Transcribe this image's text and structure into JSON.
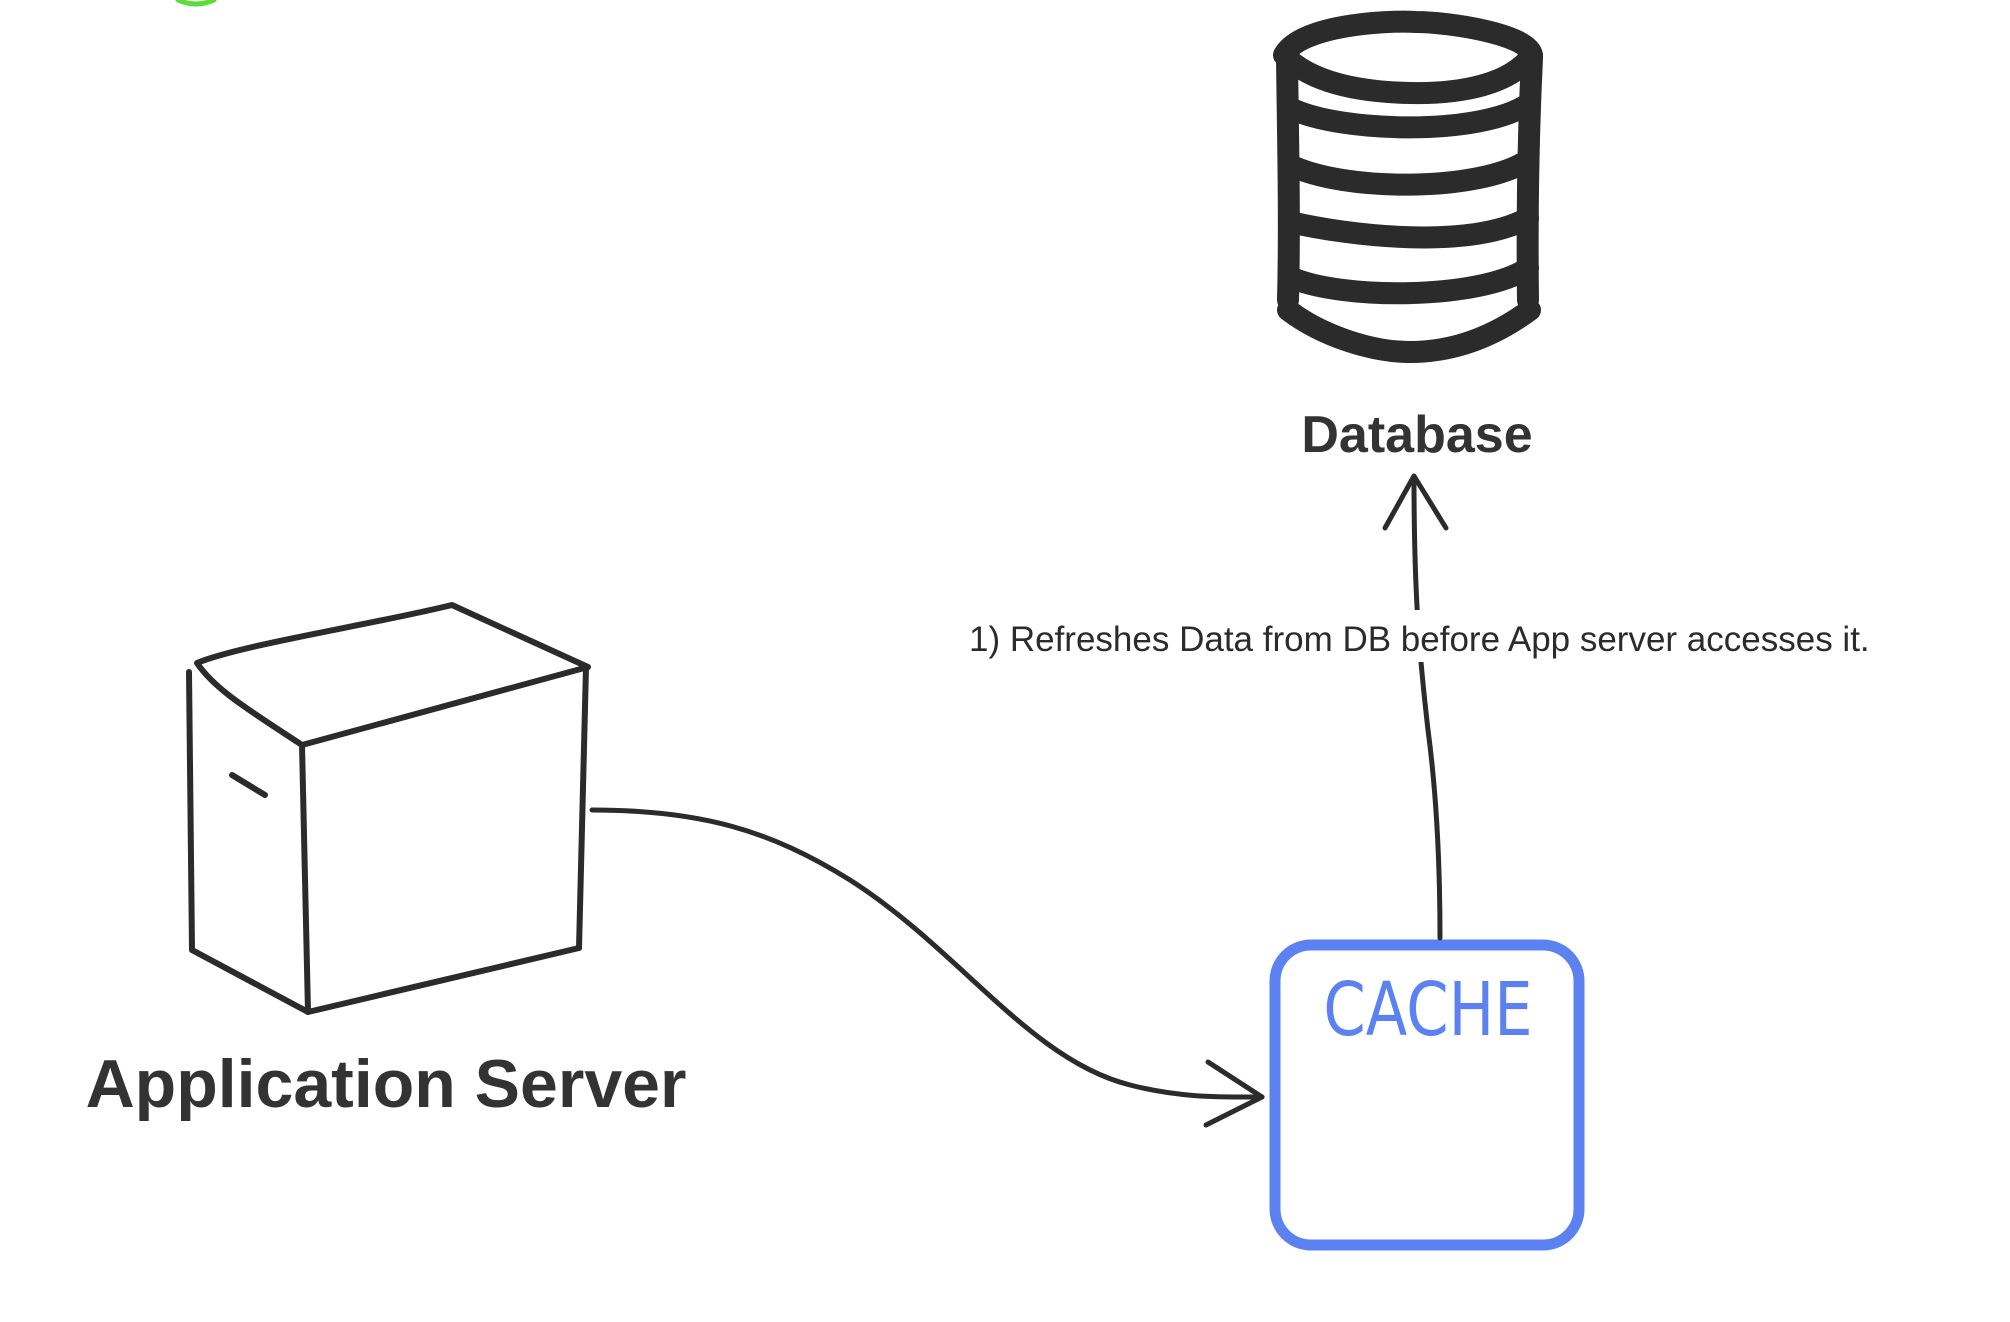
{
  "diagram": {
    "nodes": {
      "database": {
        "label": "Database",
        "icon": "database-icon"
      },
      "app_server": {
        "label": "Application Server",
        "icon": "server-box-icon"
      },
      "cache": {
        "label": "CACHE",
        "icon": "cache-box"
      }
    },
    "edges": {
      "cache_to_db": {
        "label": "1) Refreshes Data from DB before App server accesses it."
      },
      "server_to_cache": {
        "label": ""
      }
    }
  },
  "colors": {
    "stroke": "#2b2b2b",
    "text": "#333333",
    "cache_accent": "#5b82f0",
    "corner_accent": "#5cdd3a"
  }
}
